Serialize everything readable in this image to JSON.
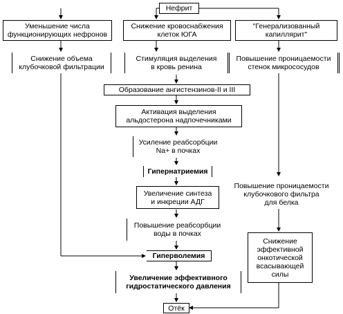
{
  "nodes": {
    "nephritis": "Нефрит",
    "reduced_nephrons": [
      "Уменьшение числа",
      "функционирующих нефронов"
    ],
    "reduced_blood_supply": [
      "Снижение кровоснабжения",
      "клеток ЮГА"
    ],
    "generalized_capillaritis": [
      "\"Генерализованный",
      "капиллярит\""
    ],
    "reduced_gfr": [
      "Снижение объема",
      "клубочковой фильтрации"
    ],
    "renin_release": [
      "Стимуляция выделения",
      "в кровь ренина"
    ],
    "microvessel_permeability": [
      "Повышение проницаемости",
      "стенок микрососудов"
    ],
    "angiotensin_formation": "Образование ангистензинов-II и III",
    "aldosterone_activation": [
      "Активация выделения",
      "альдостерона надпочечниками"
    ],
    "sodium_reabsorption": [
      "Усиление реабсорбции",
      "Na+ в почках"
    ],
    "hypernatremia": "Гипернатриемия",
    "adh_synthesis": [
      "Увеличение синтеза",
      "и инкреции АДГ"
    ],
    "filter_permeability": [
      "Повышение проницаемости",
      "клубочкового фильтра",
      "для белка"
    ],
    "water_reabsorption": [
      "Повышение реабсорбции",
      "воды в почках"
    ],
    "oncotic_pressure": [
      "Снижение",
      "эффективной",
      "онкотической",
      "всасывающей",
      "силы"
    ],
    "hypervolemia": "Гиперволемия",
    "hydrostatic_pressure": [
      "Увеличение эффективного",
      "гидростатического давления"
    ],
    "edema": "Отёк"
  }
}
